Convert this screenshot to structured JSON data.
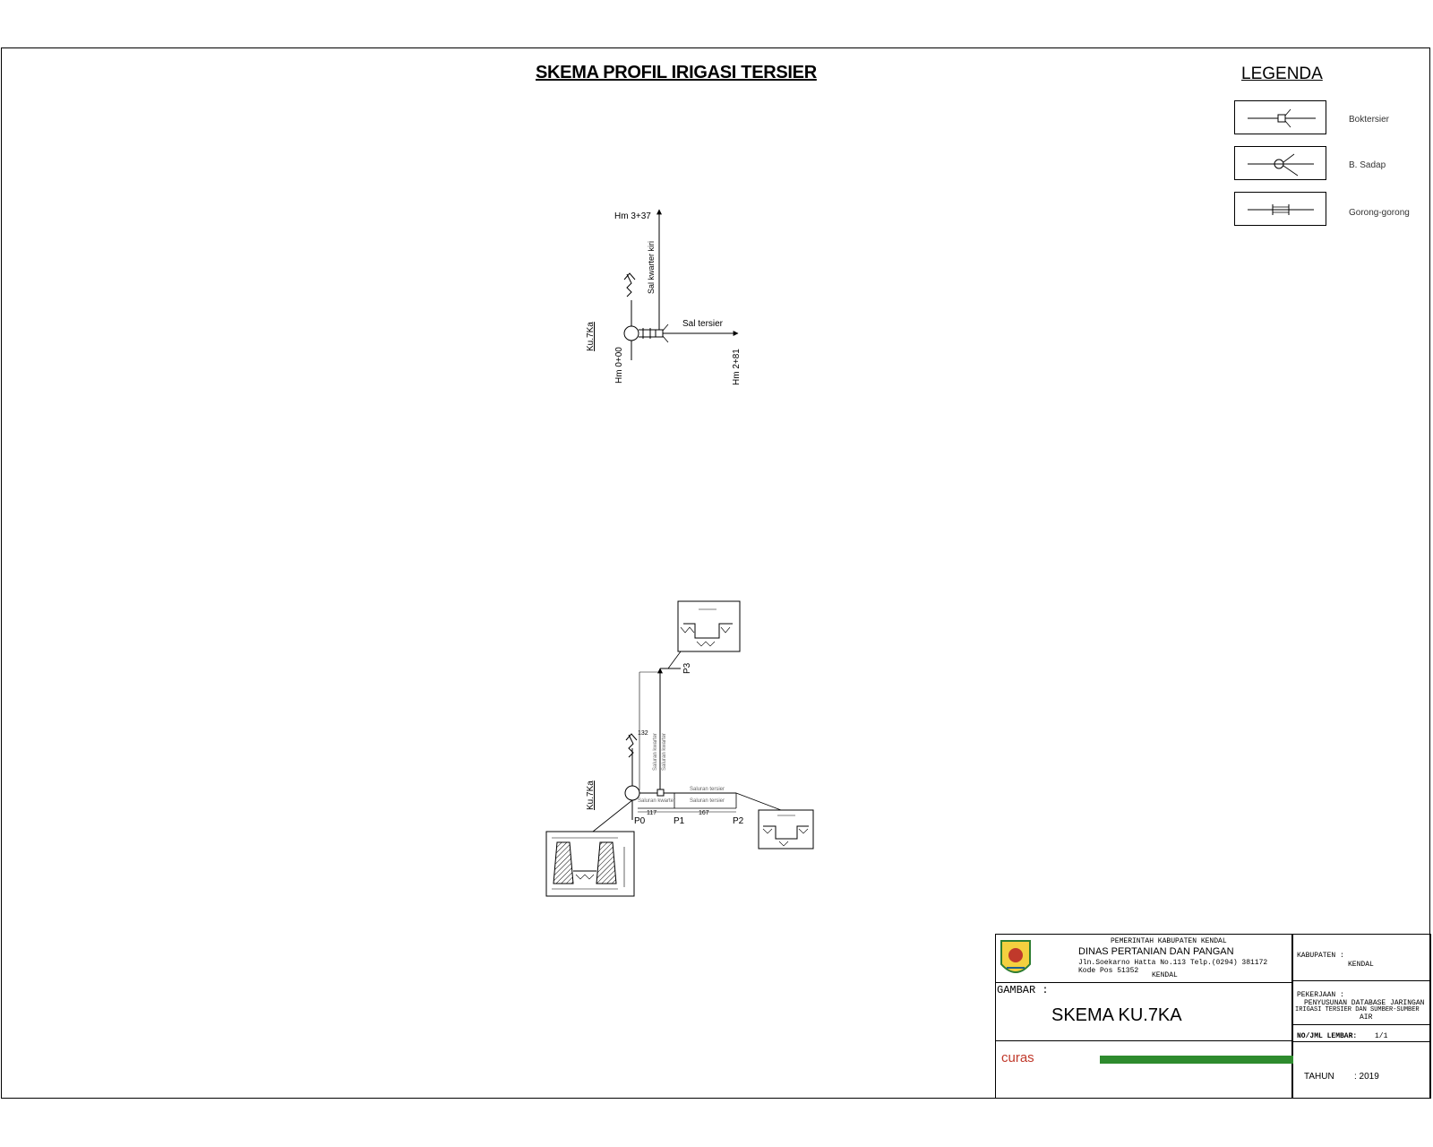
{
  "title": "SKEMA PROFIL IRIGASI TERSIER",
  "legend": {
    "title": "LEGENDA",
    "items": [
      {
        "label": "Boktersier",
        "symbol": "box-tersier"
      },
      {
        "label": "B. Sadap",
        "symbol": "bangunan-sadap"
      },
      {
        "label": "Gorong-gorong",
        "symbol": "gorong-gorong"
      }
    ]
  },
  "schema": {
    "node": "Ku.7Ka",
    "hm_top": "Hm 3+37",
    "hm_start": "Hm 0+00",
    "hm_end": "Hm 2+81",
    "sal_kwarter": "Sal kwarter kiri",
    "sal_tersier": "Sal tersier"
  },
  "profile": {
    "node": "Ku.7Ka",
    "points": [
      "P0",
      "P1",
      "P2",
      "P3"
    ],
    "dist_p0_p1": "117",
    "dist_p1_p2": "167",
    "dist_vertical": "132"
  },
  "title_block": {
    "gov": "PEMERINTAH KABUPATEN KENDAL",
    "dept": "DINAS PERTANIAN DAN PANGAN",
    "address": "Jln.Soekarno Hatta No.113 Telp.(0294) 381172",
    "postal": "Kode Pos 51352",
    "city": "KENDAL",
    "kabupaten_label": "KABUPATEN :",
    "kabupaten_value": "KENDAL",
    "gambar_label": "GAMBAR :",
    "gambar_value": "SKEMA KU.7KA",
    "pekerjaan_label": "PEKERJAAN :",
    "pekerjaan_value_1": "PENYUSUNAN DATABASE JARINGAN",
    "pekerjaan_value_2": "IRIGASI TERSIER DAN SUMBER-SUMBER",
    "pekerjaan_value_3": "AIR",
    "lembar_label": "NO/JML LEMBAR:",
    "lembar_value": "1/1",
    "tahun_label": "TAHUN",
    "tahun_value": ": 2019",
    "consultant": "curas"
  }
}
